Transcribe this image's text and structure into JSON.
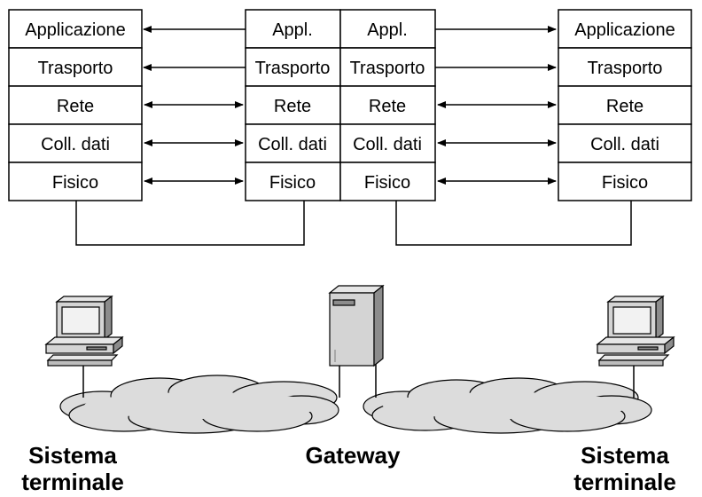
{
  "stacks": {
    "left": [
      "Applicazione",
      "Trasporto",
      "Rete",
      "Coll. dati",
      "Fisico"
    ],
    "gateway_left": [
      "Appl.",
      "Trasporto",
      "Rete",
      "Coll. dati",
      "Fisico"
    ],
    "gateway_right": [
      "Appl.",
      "Trasporto",
      "Rete",
      "Coll. dati",
      "Fisico"
    ],
    "right": [
      "Applicazione",
      "Trasporto",
      "Rete",
      "Coll. dati",
      "Fisico"
    ]
  },
  "labels": {
    "left_line1": "Sistema",
    "left_line2": "terminale",
    "center": "Gateway",
    "right_line1": "Sistema",
    "right_line2": "terminale"
  },
  "icons": {
    "left": "desktop-computer-icon",
    "center": "server-tower-icon",
    "right": "desktop-computer-icon"
  },
  "colors": {
    "cloud": "#dcdcdc",
    "device_light": "#d4d4d4",
    "device_dark": "#8c8c8c"
  }
}
